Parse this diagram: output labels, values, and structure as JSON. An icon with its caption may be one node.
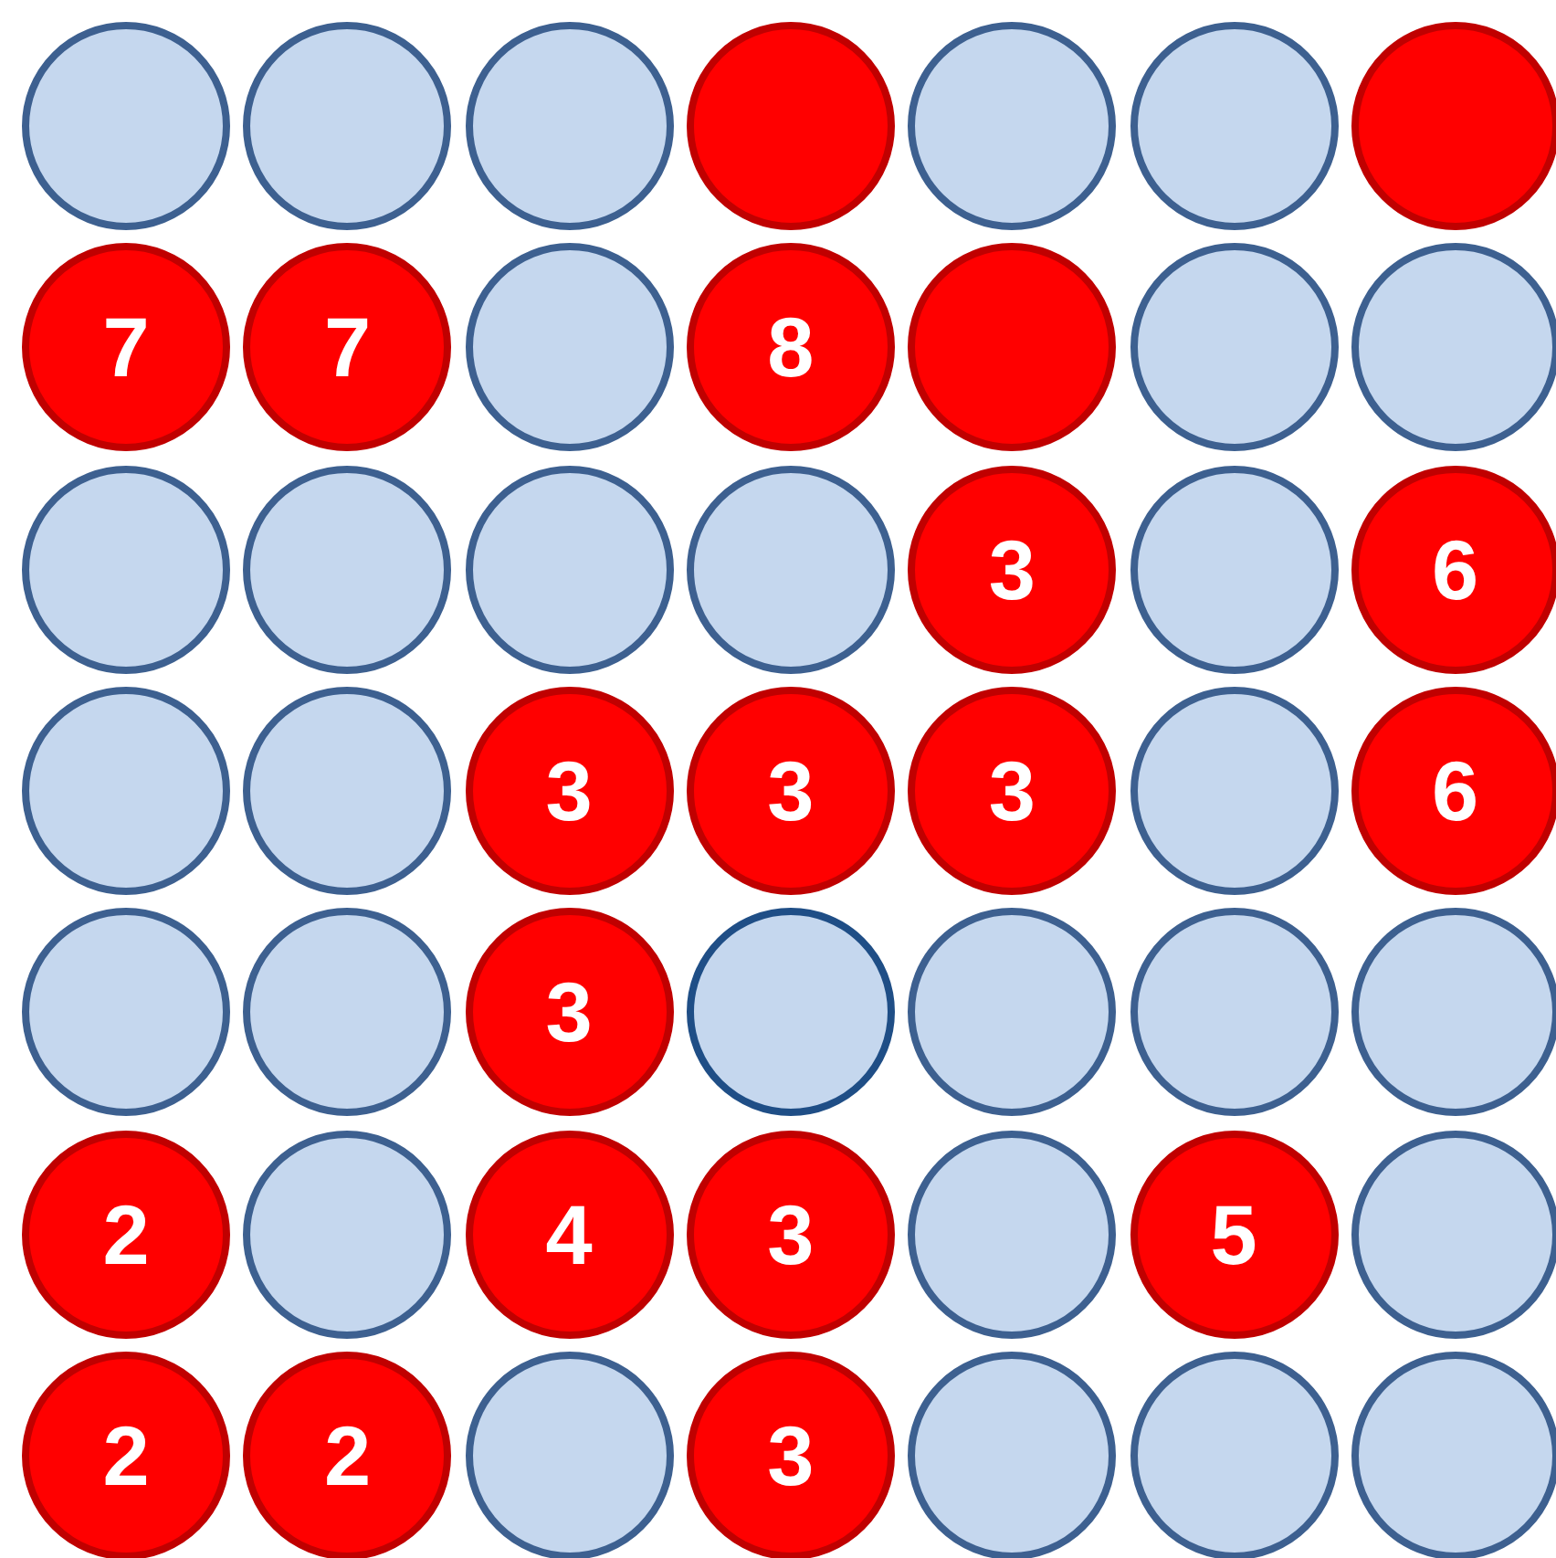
{
  "diagram": {
    "nodes": [
      {
        "text": [],
        "shape": "circle"
      },
      {
        "text": [],
        "shape": "circle"
      },
      {
        "text": [],
        "shape": "circle"
      },
      {
        "text": [],
        "shape": "circle"
      },
      {
        "text": [],
        "shape": "circle"
      },
      {
        "text": [],
        "shape": "circle"
      },
      {
        "text": [],
        "shape": "circle"
      },
      {
        "text": [
          "7"
        ]
      },
      {
        "text": [
          "7"
        ]
      },
      {
        "text": [],
        "shape": "circle"
      },
      {
        "text": [
          "8"
        ]
      },
      {
        "text": [],
        "shape": "circle"
      },
      {
        "text": [],
        "shape": "circle"
      },
      {
        "text": [],
        "shape": "circle"
      },
      {
        "text": [],
        "shape": "circle"
      },
      {
        "text": [],
        "shape": "circle"
      },
      {
        "text": [],
        "shape": "circle"
      },
      {
        "text": [],
        "shape": "circle"
      },
      {
        "text": [
          "3"
        ]
      },
      {
        "text": [],
        "shape": "circle"
      },
      {
        "text": [
          "6"
        ]
      },
      {
        "text": [],
        "shape": "circle"
      },
      {
        "text": [],
        "shape": "circle"
      },
      {
        "text": [
          "3"
        ]
      },
      {
        "text": [
          "3"
        ]
      },
      {
        "text": [
          "3"
        ]
      },
      {
        "text": [],
        "shape": "circle"
      },
      {
        "text": [
          "6"
        ]
      },
      {
        "text": [],
        "shape": "circle"
      },
      {
        "text": [],
        "shape": "circle"
      },
      {
        "text": [
          "3"
        ]
      },
      {
        "text": [],
        "shape": "circle"
      },
      {
        "text": [],
        "shape": "circle"
      },
      {
        "text": [],
        "shape": "circle"
      },
      {
        "text": [],
        "shape": "circle"
      },
      {
        "text": [
          "2"
        ]
      },
      {
        "text": [],
        "shape": "circle"
      },
      {
        "text": [
          "4"
        ]
      },
      {
        "text": [
          "3"
        ]
      },
      {
        "text": [],
        "shape": "circle"
      },
      {
        "text": [
          "5"
        ]
      },
      {
        "text": [],
        "shape": "circle"
      },
      {
        "text": [
          "2"
        ]
      },
      {
        "text": [
          "2"
        ]
      },
      {
        "text": [],
        "shape": "circle"
      },
      {
        "text": [
          "3"
        ]
      },
      {
        "text": [],
        "shape": "circle"
      },
      {
        "text": [],
        "shape": "circle"
      },
      {
        "text": [],
        "shape": "circle"
      }
    ]
  }
}
